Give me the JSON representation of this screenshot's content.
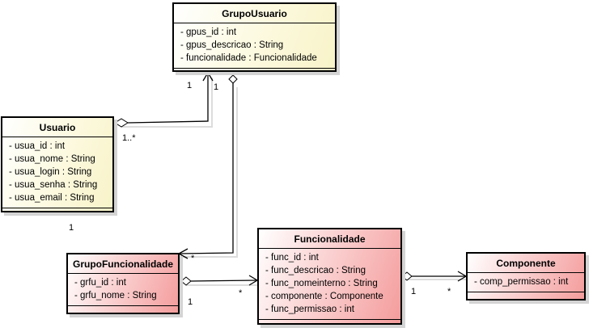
{
  "classes": {
    "grupo_usuario": {
      "name": "GrupoUsuario",
      "attributes": [
        "- gpus_id : int",
        "- gpus_descricao : String",
        "- funcionalidade : Funcionalidade"
      ]
    },
    "usuario": {
      "name": "Usuario",
      "attributes": [
        "- usua_id : int",
        "- usua_nome : String",
        "- usua_login : String",
        "- usua_senha : String",
        "- usua_email : String"
      ]
    },
    "grupo_funcionalidade": {
      "name": "GrupoFuncionalidade",
      "attributes": [
        "- grfu_id : int",
        "- grfu_nome : String"
      ]
    },
    "funcionalidade": {
      "name": "Funcionalidade",
      "attributes": [
        "- func_id : int",
        "- func_descricao : String",
        "- func_nomeinterno : String",
        "- componente : Componente",
        "- func_permissao : int"
      ]
    },
    "componente": {
      "name": "Componente",
      "attributes": [
        "- comp_permissao : int"
      ]
    }
  },
  "multiplicities": {
    "gu_usuario_target": "1",
    "gu_usuario_target2": "1",
    "usuario_source": "1..*",
    "usuario_bottom": "1",
    "gf_target": "*",
    "gf_func_source": "1",
    "func_target": "*",
    "func_comp_source": "1",
    "comp_target": "*"
  }
}
